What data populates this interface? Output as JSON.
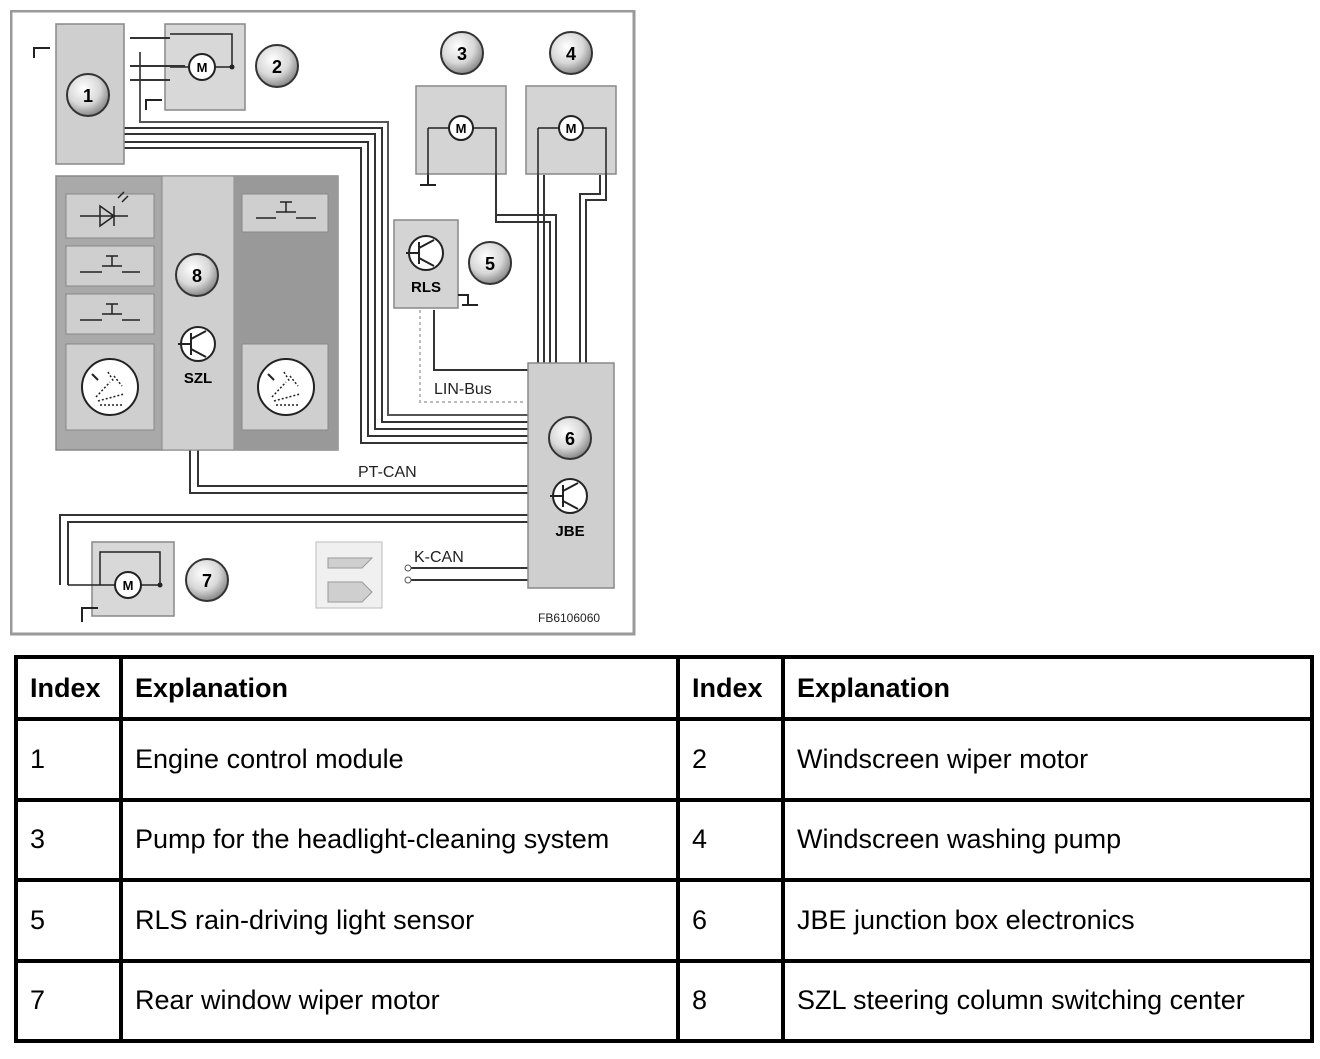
{
  "diagram": {
    "badges": {
      "b1": "1",
      "b2": "2",
      "b3": "3",
      "b4": "4",
      "b5": "5",
      "b6": "6",
      "b7": "7",
      "b8": "8"
    },
    "rls_label": "RLS",
    "szl_label": "SZL",
    "jbe_label": "JBE",
    "lin_bus_label": "LIN-Bus",
    "pt_can_label": "PT-CAN",
    "k_can_label": "K-CAN",
    "figure_code": "FB6106060"
  },
  "table": {
    "headers": [
      "Index",
      "Explanation",
      "Index",
      "Explanation"
    ],
    "rows": [
      {
        "i1": "1",
        "e1": "Engine control module",
        "i2": "2",
        "e2": "Windscreen wiper motor"
      },
      {
        "i1": "3",
        "e1": "Pump for the headlight-cleaning system",
        "i2": "4",
        "e2": "Windscreen washing pump"
      },
      {
        "i1": "5",
        "e1": "RLS rain-driving light sensor",
        "i2": "6",
        "e2": "JBE junction box electronics"
      },
      {
        "i1": "7",
        "e1": "Rear window wiper motor",
        "i2": "8",
        "e2": "SZL steering column switching center"
      }
    ]
  }
}
